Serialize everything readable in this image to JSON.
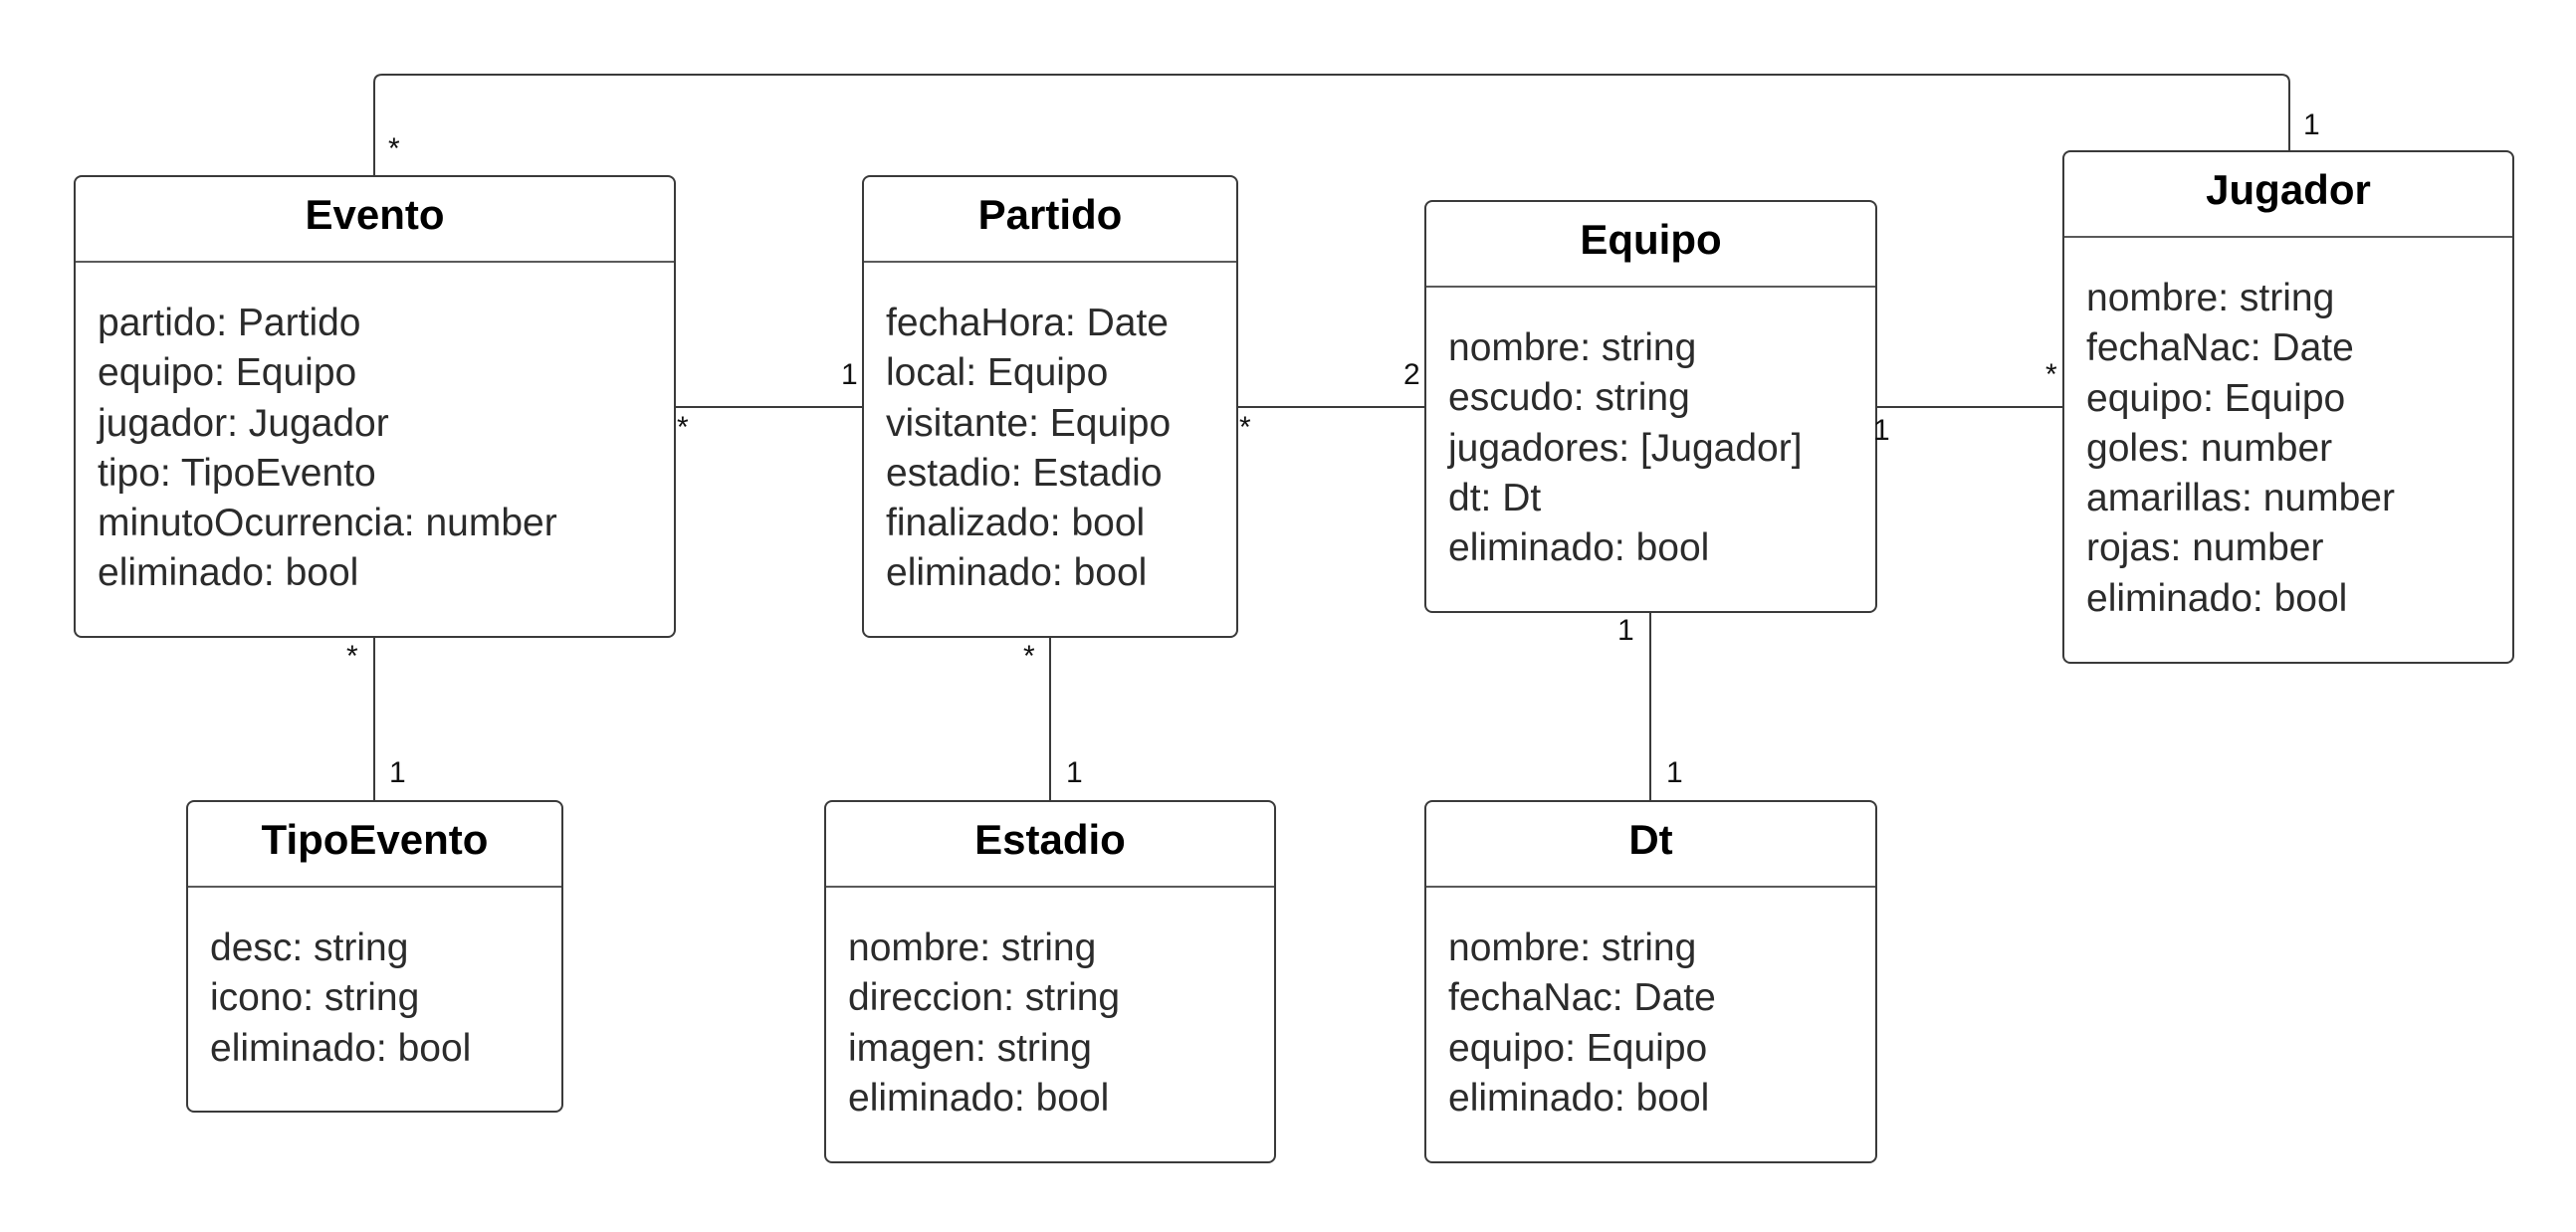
{
  "classes": {
    "evento": {
      "name": "Evento",
      "attributes": [
        "partido: Partido",
        "equipo: Equipo",
        "jugador: Jugador",
        "tipo: TipoEvento",
        "minutoOcurrencia: number",
        "eliminado: bool"
      ]
    },
    "partido": {
      "name": "Partido",
      "attributes": [
        "fechaHora: Date",
        "local: Equipo",
        "visitante: Equipo",
        "estadio: Estadio",
        "finalizado: bool",
        "eliminado: bool"
      ]
    },
    "equipo": {
      "name": "Equipo",
      "attributes": [
        "nombre: string",
        "escudo: string",
        "jugadores: [Jugador]",
        "dt: Dt",
        "eliminado: bool"
      ]
    },
    "jugador": {
      "name": "Jugador",
      "attributes": [
        "nombre: string",
        "fechaNac: Date",
        "equipo: Equipo",
        "goles: number",
        "amarillas: number",
        "rojas: number",
        "eliminado: bool"
      ]
    },
    "tipoEvento": {
      "name": "TipoEvento",
      "attributes": [
        "desc: string",
        "icono: string",
        "eliminado: bool"
      ]
    },
    "estadio": {
      "name": "Estadio",
      "attributes": [
        "nombre: string",
        "direccion: string",
        "imagen: string",
        "eliminado: bool"
      ]
    },
    "dt": {
      "name": "Dt",
      "attributes": [
        "nombre: string",
        "fechaNac: Date",
        "equipo: Equipo",
        "eliminado: bool"
      ]
    }
  },
  "associations": {
    "evento_jugador": {
      "from": "evento",
      "to": "jugador",
      "from_mult": "*",
      "to_mult": "1"
    },
    "evento_partido": {
      "from": "evento",
      "to": "partido",
      "from_mult": "*",
      "to_mult": "1"
    },
    "partido_equipo": {
      "from": "partido",
      "to": "equipo",
      "from_mult": "*",
      "to_mult": "2"
    },
    "equipo_jugador": {
      "from": "equipo",
      "to": "jugador",
      "from_mult": "1",
      "to_mult": "*"
    },
    "evento_tipoEvento": {
      "from": "evento",
      "to": "tipoEvento",
      "from_mult": "*",
      "to_mult": "1"
    },
    "partido_estadio": {
      "from": "partido",
      "to": "estadio",
      "from_mult": "*",
      "to_mult": "1"
    },
    "equipo_dt": {
      "from": "equipo",
      "to": "dt",
      "from_mult": "1",
      "to_mult": "1"
    }
  },
  "colors": {
    "line": "#3a3a3a",
    "text": "#2b2b2b",
    "title": "#000000",
    "background": "#ffffff"
  }
}
